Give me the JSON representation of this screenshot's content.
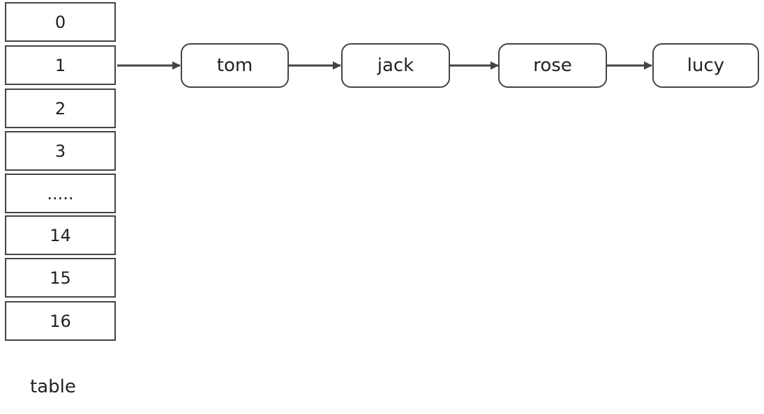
{
  "table": {
    "caption": "table",
    "slots": [
      "0",
      "1",
      "2",
      "3",
      ".....",
      "14",
      "15",
      "16"
    ]
  },
  "linked_list": {
    "bucket": "1",
    "nodes": [
      "tom",
      "jack",
      "rose",
      "lucy"
    ]
  },
  "colors": {
    "stroke": "#444444",
    "text": "#222222",
    "background": "#ffffff"
  }
}
